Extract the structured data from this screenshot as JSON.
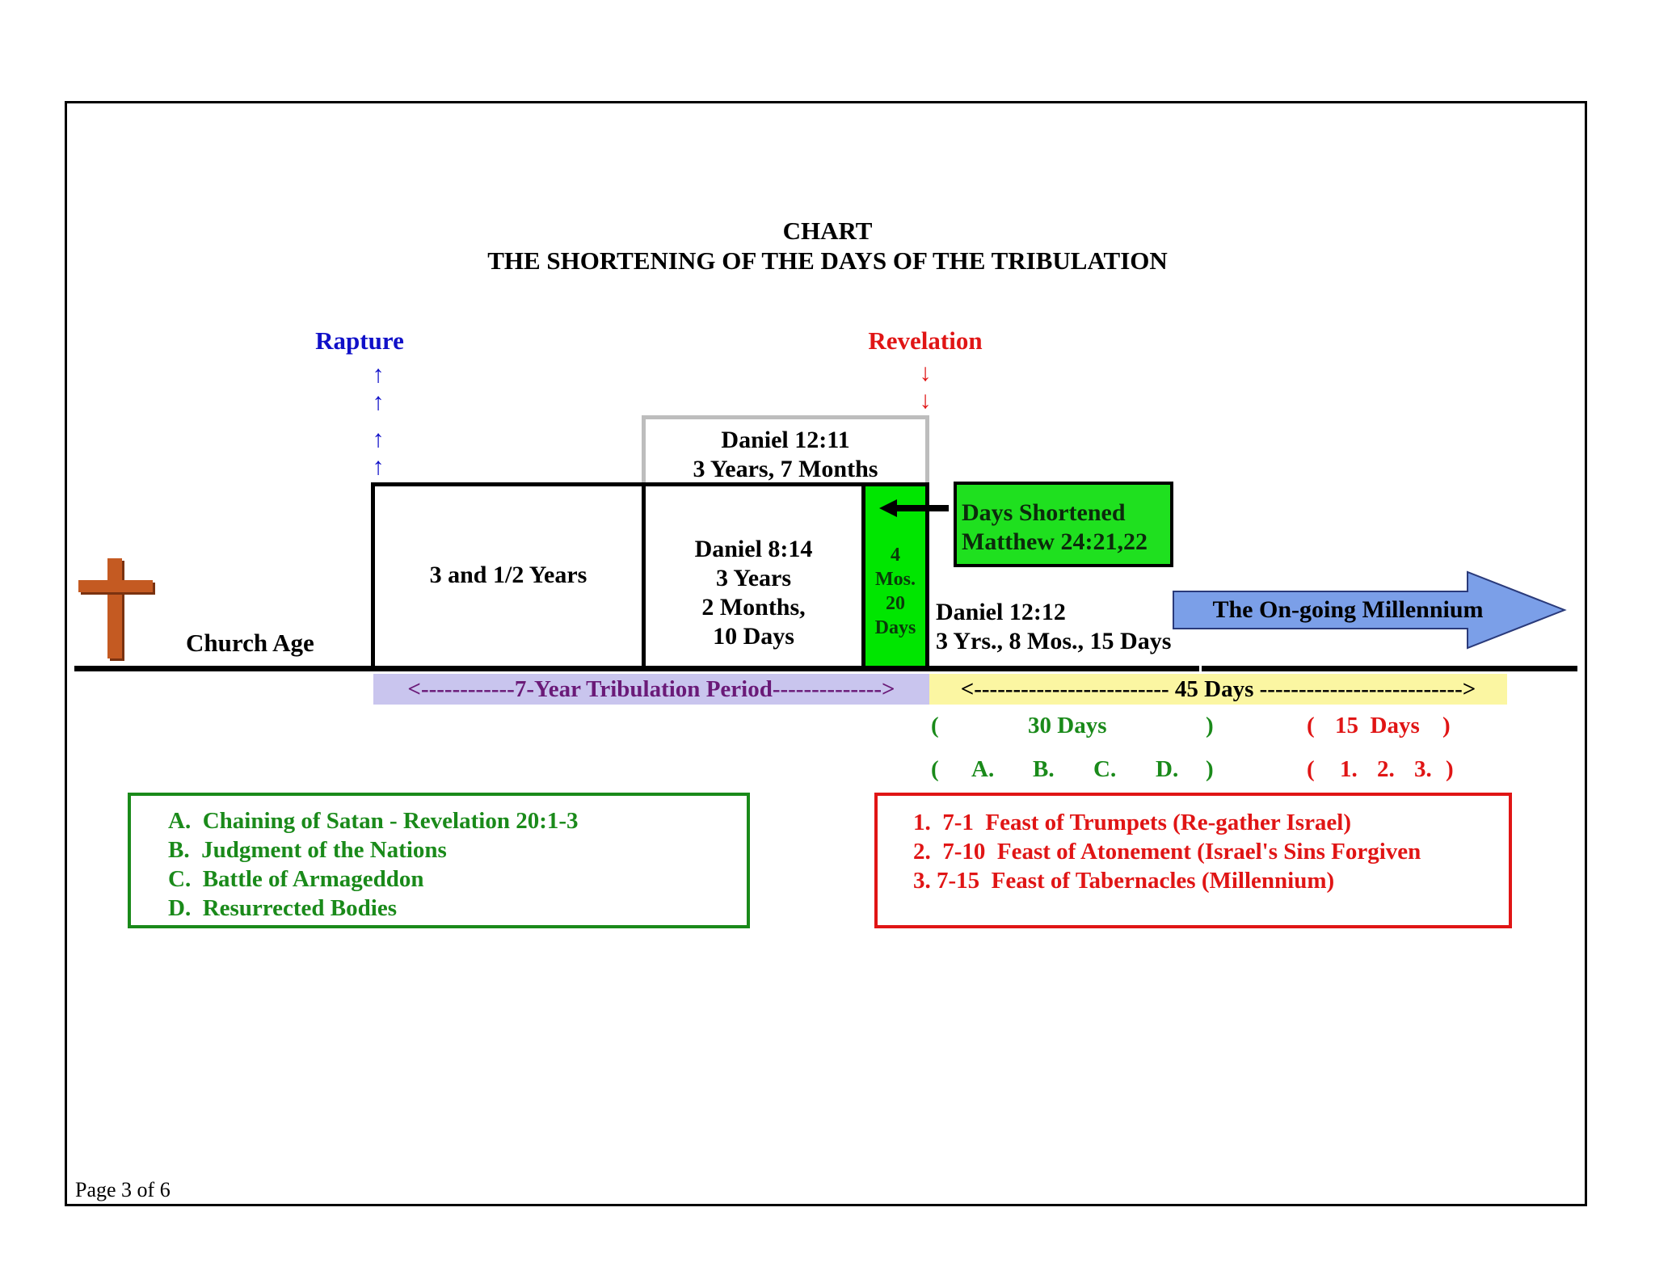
{
  "title": {
    "line1": "CHART",
    "line2": "THE SHORTENING OF THE DAYS OF THE TRIBULATION"
  },
  "markers": {
    "rapture": {
      "label": "Rapture",
      "arrows": [
        "↑",
        "↑",
        "↑",
        "↑"
      ]
    },
    "revelation": {
      "label": "Revelation",
      "arrows": [
        "↓",
        "↓"
      ]
    }
  },
  "timeline": {
    "church_age": "Church Age",
    "first_half": "3 and 1/2 Years",
    "daniel_12_11": {
      "ref": "Daniel 12:11",
      "span": "3 Years, 7 Months"
    },
    "daniel_8_14": {
      "ref": "Daniel 8:14",
      "line1": "3 Years",
      "line2": "2 Months,",
      "line3": "10 Days"
    },
    "shortened_block": {
      "l1": "4",
      "l2": "Mos.",
      "l3": "20",
      "l4": "Days"
    },
    "days_shortened": {
      "line1": "Days Shortened",
      "line2": "Matthew 24:21,22"
    },
    "daniel_12_12": {
      "ref": "Daniel 12:12",
      "span": "3 Yrs., 8 Mos., 15 Days"
    },
    "millennium": "The On-going Millennium",
    "tribulation_band": "<------------7-Year Tribulation Period-------------->",
    "days45_band": "<------------------------- 45 Days -------------------------->"
  },
  "periods": {
    "thirty": {
      "open": "(",
      "label": "30 Days",
      "close": ")"
    },
    "fifteen": {
      "open": "(",
      "label": "15  Days",
      "close": ")"
    },
    "letters": {
      "open": "(",
      "a": "A.",
      "b": "B.",
      "c": "C.",
      "d": "D.",
      "close": ")"
    },
    "numbers": {
      "open": "(",
      "n1": "1.",
      "n2": "2.",
      "n3": "3.",
      "close": ")"
    }
  },
  "legend_green": [
    "A.  Chaining of Satan - Revelation 20:1-3",
    "B.  Judgment of the Nations",
    "C.  Battle of Armageddon",
    "D.  Resurrected Bodies"
  ],
  "legend_red": [
    "1.  7-1  Feast of Trumpets (Re-gather Israel)",
    "2.  7-10  Feast of Atonement (Israel's Sins Forgiven",
    "3. 7-15  Feast of Tabernacles (Millennium)"
  ],
  "footer": {
    "page": "Page 3 of 6"
  },
  "colors": {
    "rapture": "#1010c8",
    "revelation": "#e01515",
    "green_block": "#00e600",
    "tribulation_band": "#c9c5ee",
    "days45_band": "#fbf6a2",
    "millennium_arrow": "#7b9fe8",
    "legend_green": "#1a8a1a",
    "legend_red": "#e01515",
    "cross": "#b5501e"
  }
}
